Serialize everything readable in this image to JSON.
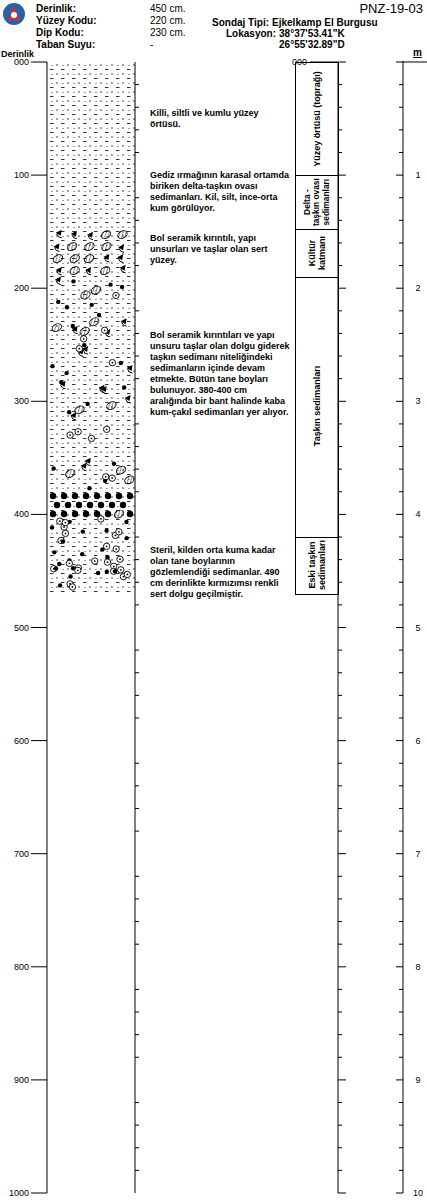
{
  "diagram": {
    "nodes": [
      {
        "text": [
          "Yüzey örtüsü (toprağı)"
        ]
      },
      {
        "text": [
          "Delta - taşkın ovası sedimanları"
        ]
      },
      {
        "text": [
          "Kültür katmanı"
        ]
      },
      {
        "text": [
          "Taşkın sedimanları"
        ]
      },
      {
        "text": [
          "Eski taşkın sedimanları"
        ]
      }
    ],
    "labels": [
      "Derinlik:",
      "450 cm.",
      "Yüzey Kodu:",
      "220 cm.",
      "Dip Kodu:",
      "230 cm.",
      "Taban Suyu:",
      "-",
      "PNZ-19-03",
      "Sondaj Tipi:",
      "Ejkelkamp El Burgusu",
      "Lokasyon:",
      "38°37'53.41\"K",
      "26°55'32.89\"D",
      "Derinlik",
      "000",
      "100",
      "200",
      "300",
      "400",
      "500",
      "600",
      "700",
      "800",
      "900",
      "1000",
      "000",
      "m",
      "1",
      "2",
      "3",
      "4",
      "5",
      "6",
      "7",
      "8",
      "9",
      "10",
      "Killi, siltli ve kumlu yüzey örtüsü.",
      "Gediz ırmağının karasal ortamda biriken delta-taşkın ovası sedimanları. Kil, silt, ince-orta kum görülüyor.",
      "Bol seramik kırıntılı, yapı unsurları ve taşlar olan sert yüzey.",
      "Bol seramik kırıntıları ve yapı unsuru taşlar olan dolgu giderek taşkın sedimanı niteliğindeki sedimanların içinde devam etmekte. Bütün tane boyları bulunuyor. 380-400 cm aralığında bir bant halinde kaba kum-çakıl sedimanları yer alıyor.",
      "Steril, kilden orta kuma kadar olan tane boylarının gözlemlendiği sedimanlar. 490 cm derinlikte kırmızımsı renkli sert dolgu geçilmiştir."
    ]
  }
}
